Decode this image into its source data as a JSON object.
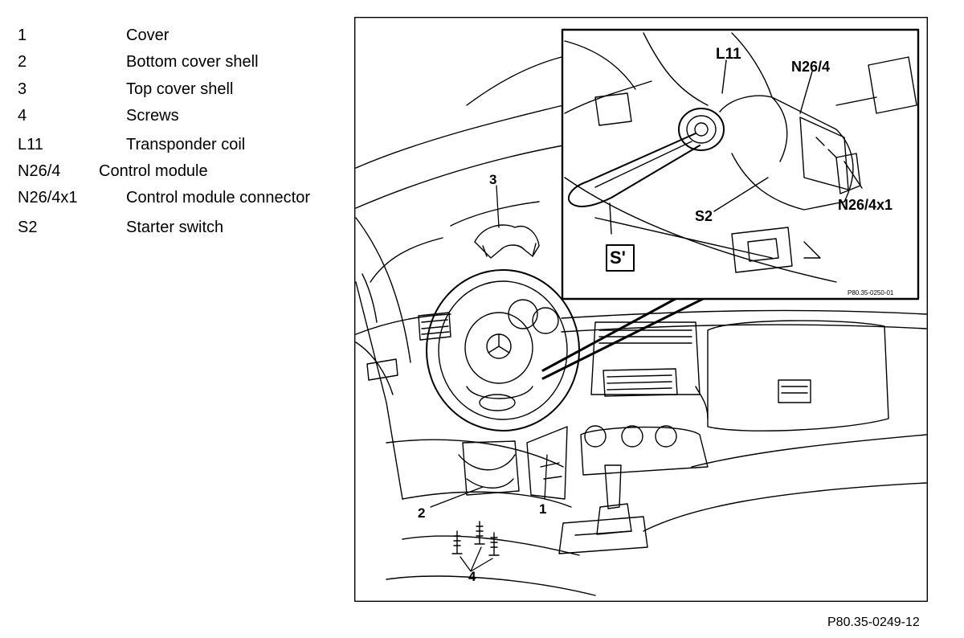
{
  "legend": [
    {
      "code": "1",
      "description": "Cover"
    },
    {
      "code": "2",
      "description": "Bottom cover shell"
    },
    {
      "code": "3",
      "description": "Top cover shell"
    },
    {
      "code": "4",
      "description": "Screws"
    },
    {
      "code": "L11",
      "description": "Transponder coil"
    },
    {
      "code": "N26/4",
      "description": "Control module"
    },
    {
      "code": "N26/4x1",
      "description": "Control module connector"
    },
    {
      "code": "S2",
      "description": "Starter switch"
    }
  ],
  "callouts": {
    "c1": "1",
    "c2": "2",
    "c3": "3",
    "c4": "4",
    "inset_L11": "L11",
    "inset_N26_4": "N26/4",
    "inset_N26_4x1": "N26/4x1",
    "inset_S2": "S2",
    "inset_symbol": "S'"
  },
  "inset_code": "P80.35-0250-01",
  "figure_code": "P80.35-0249-12"
}
